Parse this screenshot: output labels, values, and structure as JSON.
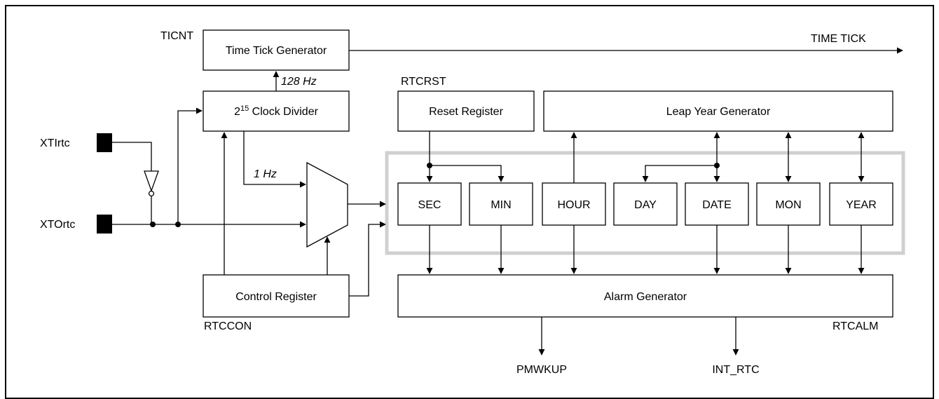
{
  "colors": {
    "line": "#000000",
    "group_outline": "#d0d0d0",
    "background": "#ffffff"
  },
  "blocks": {
    "time_tick_generator": "Time Tick Generator",
    "clock_divider_base": "2",
    "clock_divider_exp": "15",
    "clock_divider_rest": " Clock Divider",
    "control_register": "Control Register",
    "reset_register": "Reset Register",
    "leap_year_generator": "Leap Year Generator",
    "alarm_generator": "Alarm Generator"
  },
  "counters": {
    "sec": "SEC",
    "min": "MIN",
    "hour": "HOUR",
    "day": "DAY",
    "date": "DATE",
    "mon": "MON",
    "year": "YEAR"
  },
  "register_labels": {
    "ticnt": "TICNT",
    "rtcrst": "RTCRST",
    "rtccon": "RTCCON",
    "rtcalm": "RTCALM"
  },
  "pins": {
    "xtirtc": "XTIrtc",
    "xtortc": "XTOrtc"
  },
  "signals": {
    "time_tick": "TIME TICK",
    "freq_128": "128 Hz",
    "freq_1": "1 Hz",
    "pmwkup": "PMWKUP",
    "int_rtc": "INT_RTC"
  }
}
